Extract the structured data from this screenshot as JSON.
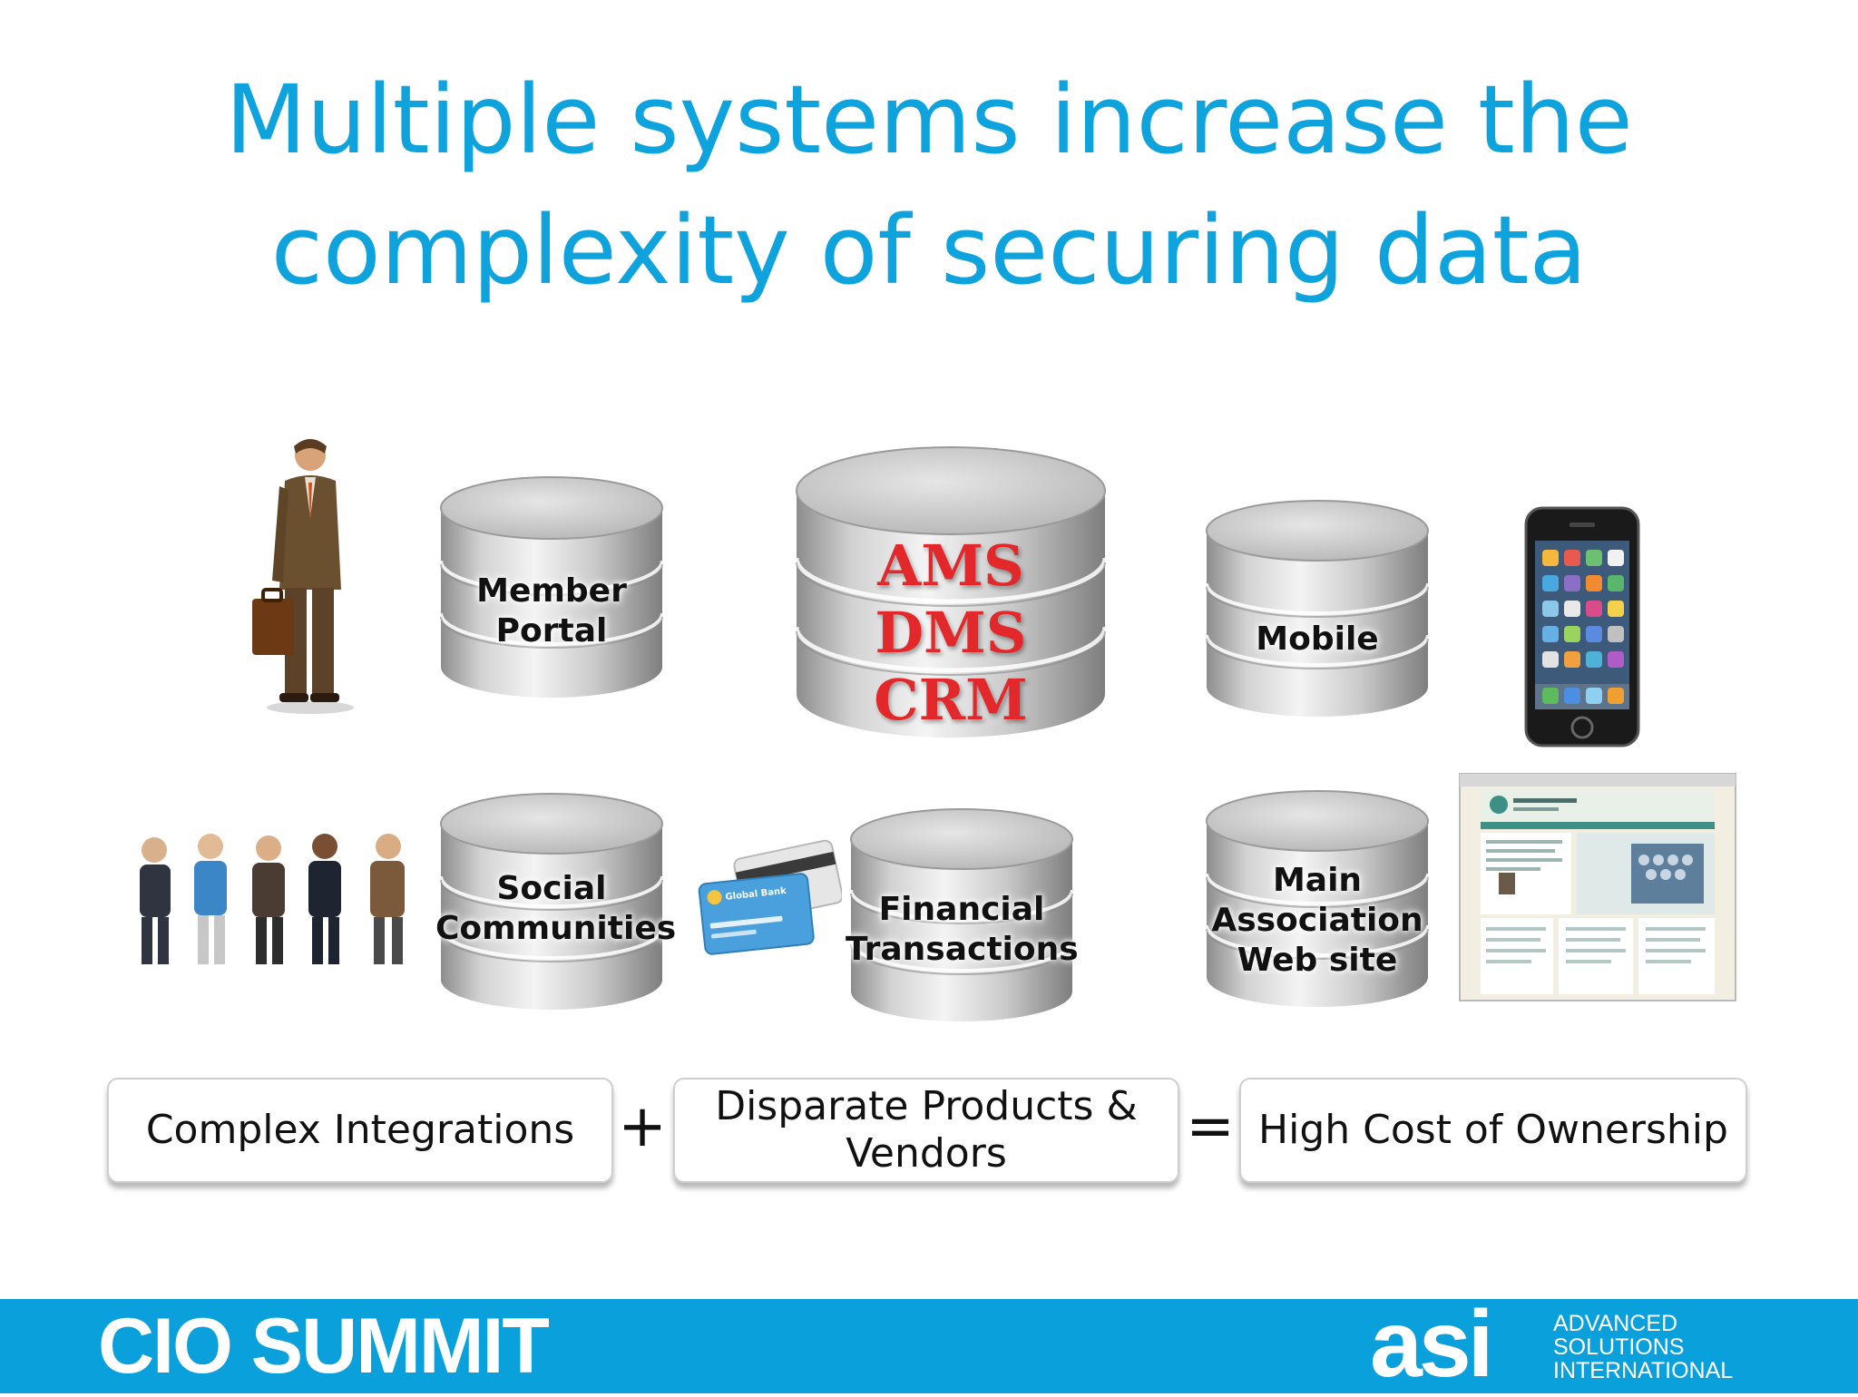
{
  "title": {
    "line1": "Multiple systems increase the",
    "line2": "complexity of securing data"
  },
  "systems": {
    "member_portal": [
      "Member",
      "Portal"
    ],
    "core": [
      "AMS",
      "DMS",
      "CRM"
    ],
    "mobile": [
      "Mobile"
    ],
    "social": [
      "Social",
      "Communities"
    ],
    "financial": [
      "Financial",
      "Transactions"
    ],
    "website": [
      "Main",
      "Association",
      "Web site"
    ]
  },
  "equation": {
    "term1": "Complex Integrations",
    "plus": "+",
    "term2_line1": "Disparate Products &",
    "term2_line2": "Vendors",
    "equals": "=",
    "result": "High Cost of Ownership"
  },
  "footer": {
    "event": "CIO SUMMIT",
    "logo_mark": "asi",
    "logo_line1": "ADVANCED",
    "logo_line2": "SOLUTIONS",
    "logo_line3": "INTERNATIONAL"
  },
  "card_text": "Global Bank",
  "colors": {
    "title": "#0ea3dd",
    "footer_bg": "#0aa0dc",
    "core_label": "#e2282a"
  }
}
